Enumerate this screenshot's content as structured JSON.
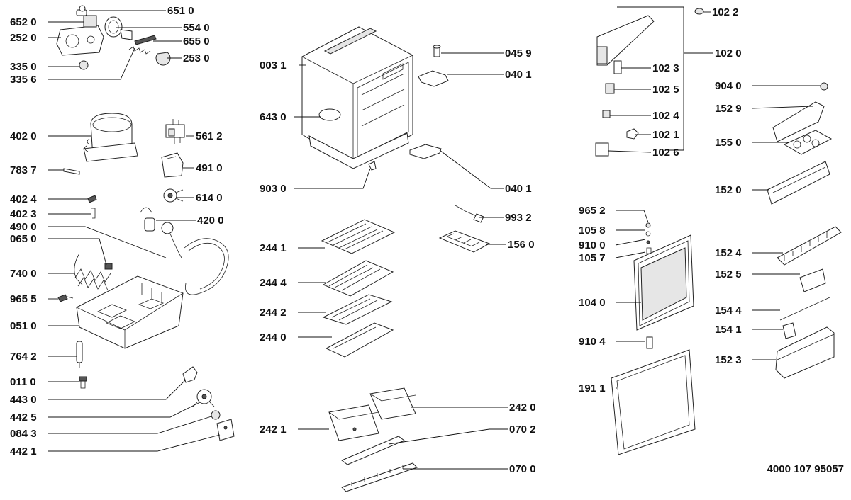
{
  "document_number": "4000 107 95057",
  "parts": [
    {
      "key": "p6510",
      "number": "651 0"
    },
    {
      "key": "p6520",
      "number": "652 0"
    },
    {
      "key": "p5540",
      "number": "554 0"
    },
    {
      "key": "p2520",
      "number": "252 0"
    },
    {
      "key": "p6550",
      "number": "655 0"
    },
    {
      "key": "p2530",
      "number": "253 0"
    },
    {
      "key": "p3350",
      "number": "335 0"
    },
    {
      "key": "p3356",
      "number": "335 6"
    },
    {
      "key": "p4020",
      "number": "402 0"
    },
    {
      "key": "p5612",
      "number": "561 2"
    },
    {
      "key": "p4910",
      "number": "491 0"
    },
    {
      "key": "p7837",
      "number": "783 7"
    },
    {
      "key": "p4024",
      "number": "402 4"
    },
    {
      "key": "p6140",
      "number": "614 0"
    },
    {
      "key": "p4023",
      "number": "402 3"
    },
    {
      "key": "p4200",
      "number": "420 0"
    },
    {
      "key": "p4900",
      "number": "490 0"
    },
    {
      "key": "p0650",
      "number": "065 0"
    },
    {
      "key": "p7400",
      "number": "740 0"
    },
    {
      "key": "p9655",
      "number": "965 5"
    },
    {
      "key": "p0510",
      "number": "051 0"
    },
    {
      "key": "p7642",
      "number": "764 2"
    },
    {
      "key": "p0110",
      "number": "011 0"
    },
    {
      "key": "p4430",
      "number": "443 0"
    },
    {
      "key": "p4425",
      "number": "442 5"
    },
    {
      "key": "p0843",
      "number": "084 3"
    },
    {
      "key": "p4421",
      "number": "442 1"
    },
    {
      "key": "p0031",
      "number": "003 1"
    },
    {
      "key": "p0459",
      "number": "045 9"
    },
    {
      "key": "p0401a",
      "number": "040 1"
    },
    {
      "key": "p6430",
      "number": "643 0"
    },
    {
      "key": "p9030",
      "number": "903 0"
    },
    {
      "key": "p0401b",
      "number": "040 1"
    },
    {
      "key": "p9932",
      "number": "993 2"
    },
    {
      "key": "p2441",
      "number": "244 1"
    },
    {
      "key": "p1560",
      "number": "156 0"
    },
    {
      "key": "p2444",
      "number": "244 4"
    },
    {
      "key": "p2442",
      "number": "244 2"
    },
    {
      "key": "p2440",
      "number": "244 0"
    },
    {
      "key": "p2420",
      "number": "242 0"
    },
    {
      "key": "p2421",
      "number": "242 1"
    },
    {
      "key": "p0702",
      "number": "070 2"
    },
    {
      "key": "p0700",
      "number": "070 0"
    },
    {
      "key": "p1022",
      "number": "102 2"
    },
    {
      "key": "p1020",
      "number": "102 0"
    },
    {
      "key": "p1023",
      "number": "102 3"
    },
    {
      "key": "p1025",
      "number": "102 5"
    },
    {
      "key": "p9040",
      "number": "904 0"
    },
    {
      "key": "p1529",
      "number": "152 9"
    },
    {
      "key": "p1024",
      "number": "102 4"
    },
    {
      "key": "p1021",
      "number": "102 1"
    },
    {
      "key": "p1550",
      "number": "155 0"
    },
    {
      "key": "p1026",
      "number": "102 6"
    },
    {
      "key": "p1520",
      "number": "152 0"
    },
    {
      "key": "p9652",
      "number": "965 2"
    },
    {
      "key": "p1058",
      "number": "105 8"
    },
    {
      "key": "p9100",
      "number": "910 0"
    },
    {
      "key": "p1057",
      "number": "105 7"
    },
    {
      "key": "p1524",
      "number": "152 4"
    },
    {
      "key": "p1525",
      "number": "152 5"
    },
    {
      "key": "p1040",
      "number": "104 0"
    },
    {
      "key": "p1544",
      "number": "154 4"
    },
    {
      "key": "p1541",
      "number": "154 1"
    },
    {
      "key": "p9104",
      "number": "910 4"
    },
    {
      "key": "p1523",
      "number": "152 3"
    },
    {
      "key": "p1911",
      "number": "191 1"
    }
  ]
}
